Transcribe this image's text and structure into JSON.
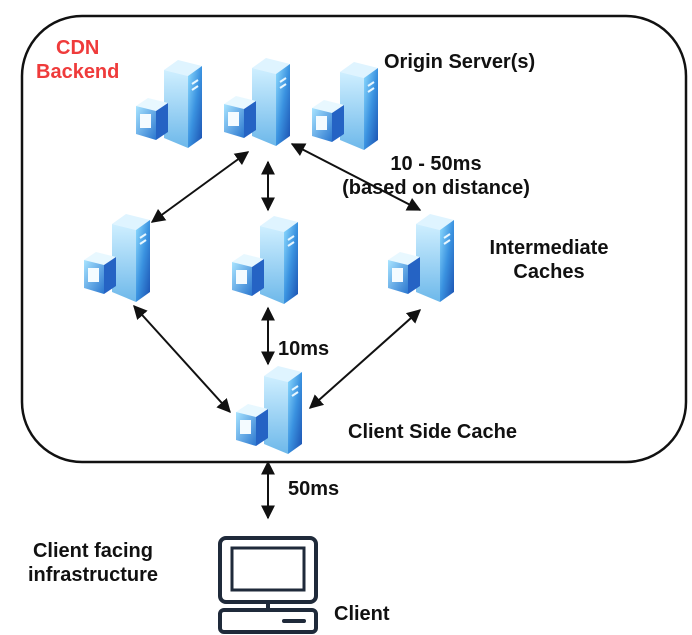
{
  "labels": {
    "cdn_backend": [
      "CDN",
      "Backend"
    ],
    "origin_servers": "Origin Server(s)",
    "latency_origin": [
      "10 - 50ms",
      "(based on distance)"
    ],
    "intermediate_caches": [
      "Intermediate",
      "Caches"
    ],
    "latency_intermediate": "10ms",
    "client_side_cache": "Client Side Cache",
    "latency_client": "50ms",
    "client_facing": [
      "Client facing",
      "infrastructure"
    ],
    "client": "Client"
  },
  "colors": {
    "cdn_label": "#ef3b3b",
    "server_light": "#7fd0f5",
    "server_dark": "#1d5fb8",
    "outline": "#111111"
  },
  "icons": [
    "server-icon",
    "monitor-icon",
    "arrow-icon"
  ]
}
